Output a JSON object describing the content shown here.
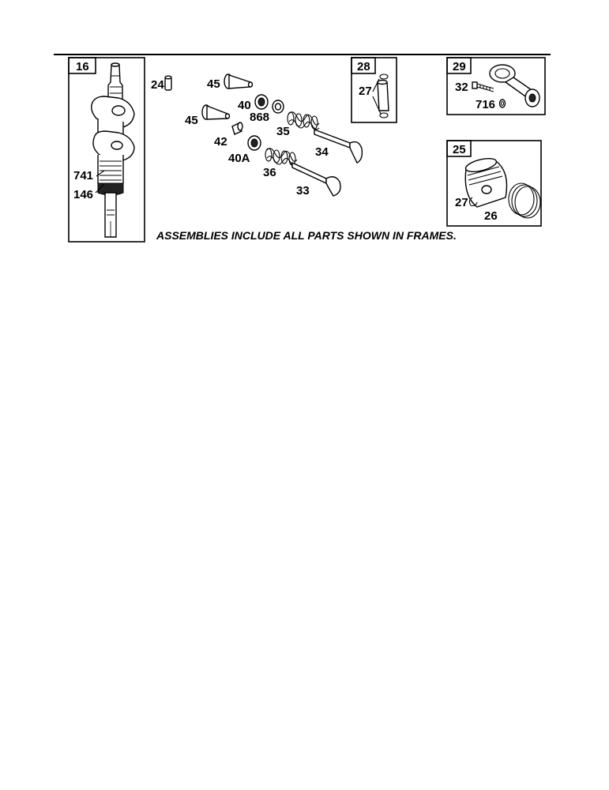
{
  "frames": {
    "crankshaft": "16",
    "tube": "28",
    "connecting_rod": "29",
    "piston": "25"
  },
  "labels": {
    "p24": "24",
    "p45a": "45",
    "p45b": "45",
    "p40": "40",
    "p868": "868",
    "p35": "35",
    "p42": "42",
    "p40a": "40A",
    "p34": "34",
    "p36": "36",
    "p33": "33",
    "p27a": "27",
    "p32": "32",
    "p716": "716",
    "p27b": "27",
    "p26": "26",
    "p741": "741",
    "p146": "146"
  },
  "note": "ASSEMBLIES INCLUDE ALL PARTS SHOWN IN FRAMES."
}
